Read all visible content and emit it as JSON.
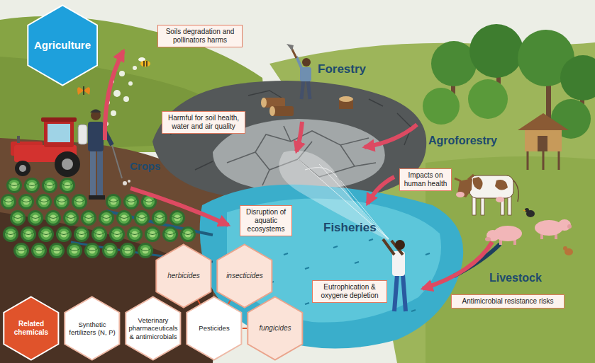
{
  "diagram": {
    "nodes": [
      {
        "text": [
          "Agriculture"
        ]
      },
      {
        "text": [
          "Soils degradation and pollinators harms"
        ]
      },
      {
        "text": [
          "Harmful for soil health, water and air quality"
        ]
      },
      {
        "text": [
          "Impacts on human health"
        ]
      },
      {
        "text": [
          "Disruption of aquatic ecosystems"
        ]
      },
      {
        "text": [
          "herbicides"
        ]
      },
      {
        "text": [
          "insecticides"
        ]
      },
      {
        "text": [
          "Eutrophication & oxygene depletion"
        ]
      },
      {
        "text": [
          "Antimicrobial resistance risks"
        ]
      },
      {
        "text": [
          "Related chemicals"
        ]
      },
      {
        "text": [
          "Synthetic fertilizers (N, P)"
        ]
      },
      {
        "text": [
          "Veterinary pharmaceuticals & antimicrobials"
        ]
      },
      {
        "text": [
          "Pesticides"
        ]
      },
      {
        "text": [
          "fungicides"
        ]
      }
    ],
    "edges": [
      {
        "from": 12,
        "to": 5,
        "arrow": "none"
      },
      {
        "from": 12,
        "to": 6,
        "arrow": "none"
      },
      {
        "from": 12,
        "to": 13,
        "arrow": "none"
      }
    ],
    "labels": [
      "Forestry",
      "Crops",
      "Agroforestry",
      "Fisheries",
      "Livestock"
    ]
  }
}
